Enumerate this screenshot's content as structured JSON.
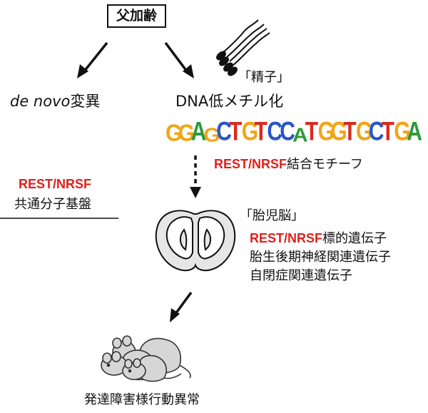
{
  "top": {
    "label": "父加齢"
  },
  "left_branch": {
    "label_italic": "de novo",
    "label_rest": "変異"
  },
  "right_branch": {
    "sperm_label": "「精子」",
    "methylation_label": "DNA低メチル化",
    "motif_sequence": "GGAGCTGTCCATGGTGCTGA",
    "motif_name_red": "REST/NRSF",
    "motif_name_rest": "結合モチーフ"
  },
  "side_note": {
    "line1": "REST/NRSF",
    "line2": "共通分子基盤"
  },
  "brain": {
    "label": "「胎児脳」",
    "gene_line1_red": "REST/NRSF",
    "gene_line1_rest": "標的遺伝子",
    "gene_line2": "胎生後期神経関連遺伝子",
    "gene_line3": "自閉症関連遺伝子"
  },
  "bottom": {
    "label": "発達障害様行動異常"
  },
  "colors": {
    "accent_red": "#e0201b",
    "ink": "#111111",
    "logo_A": "#2a9a3a",
    "logo_C": "#2a55c8",
    "logo_G": "#f2a516",
    "logo_T": "#d92a1e"
  }
}
